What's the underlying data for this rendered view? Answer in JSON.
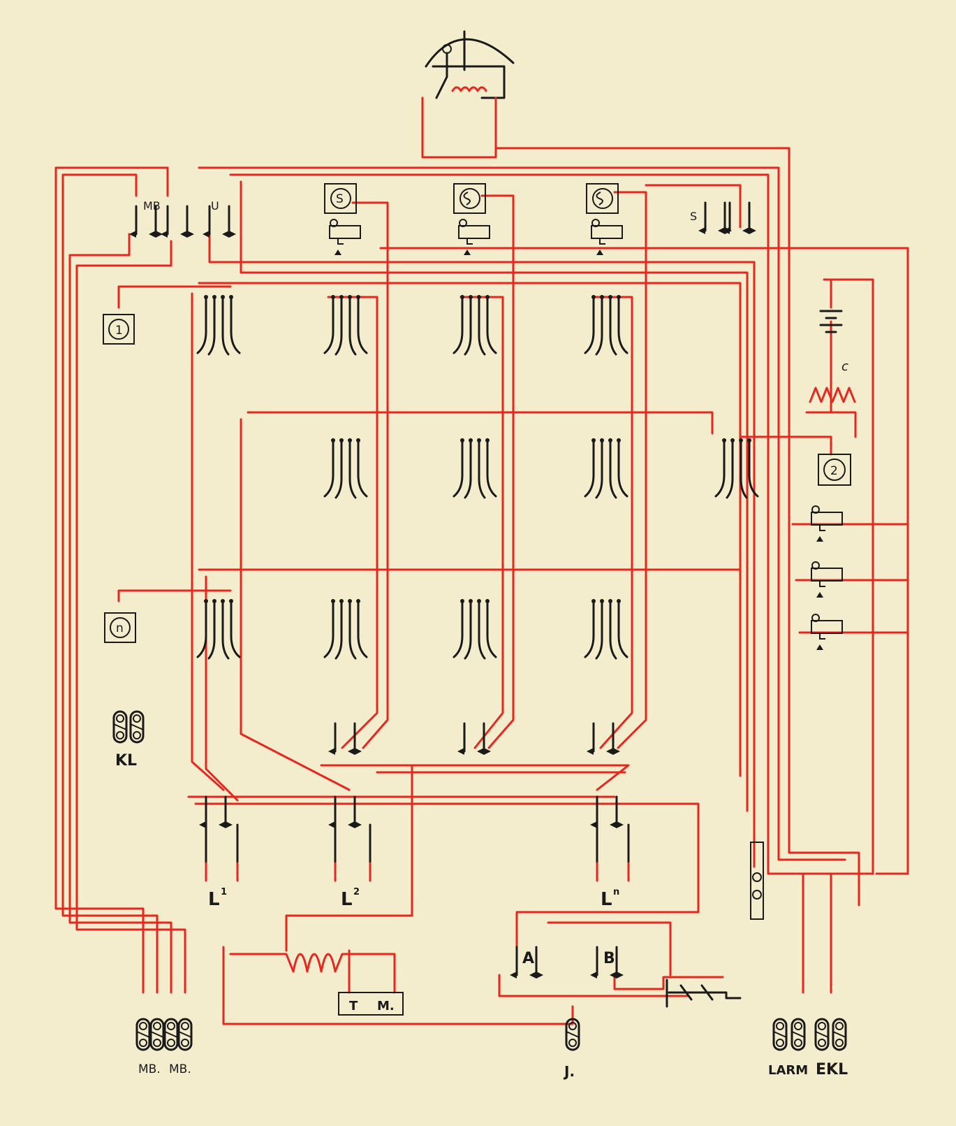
{
  "colors": {
    "paper": "#f3eccd",
    "wire": "#e8261e",
    "ink": "#1a1a1a"
  },
  "labels": {
    "mb_top": "MB",
    "u_top": "U",
    "s_keys": "S",
    "s_lamp": "S",
    "lamp_1": "1",
    "lamp_n": "n",
    "lamp_2": "2",
    "resistor_c": "c",
    "kl": "KL",
    "line_1": "L",
    "line_1_sup": "1",
    "line_2": "L",
    "line_2_sup": "2",
    "line_n": "L",
    "line_n_sup": "n",
    "key_a": "A",
    "key_b": "B",
    "tm_t": "T",
    "tm_m": "M.",
    "mb_bottom_1": "MB.",
    "mb_bottom_2": "MB.",
    "j": "J.",
    "larm": "LARM",
    "ekl": "EKL"
  }
}
